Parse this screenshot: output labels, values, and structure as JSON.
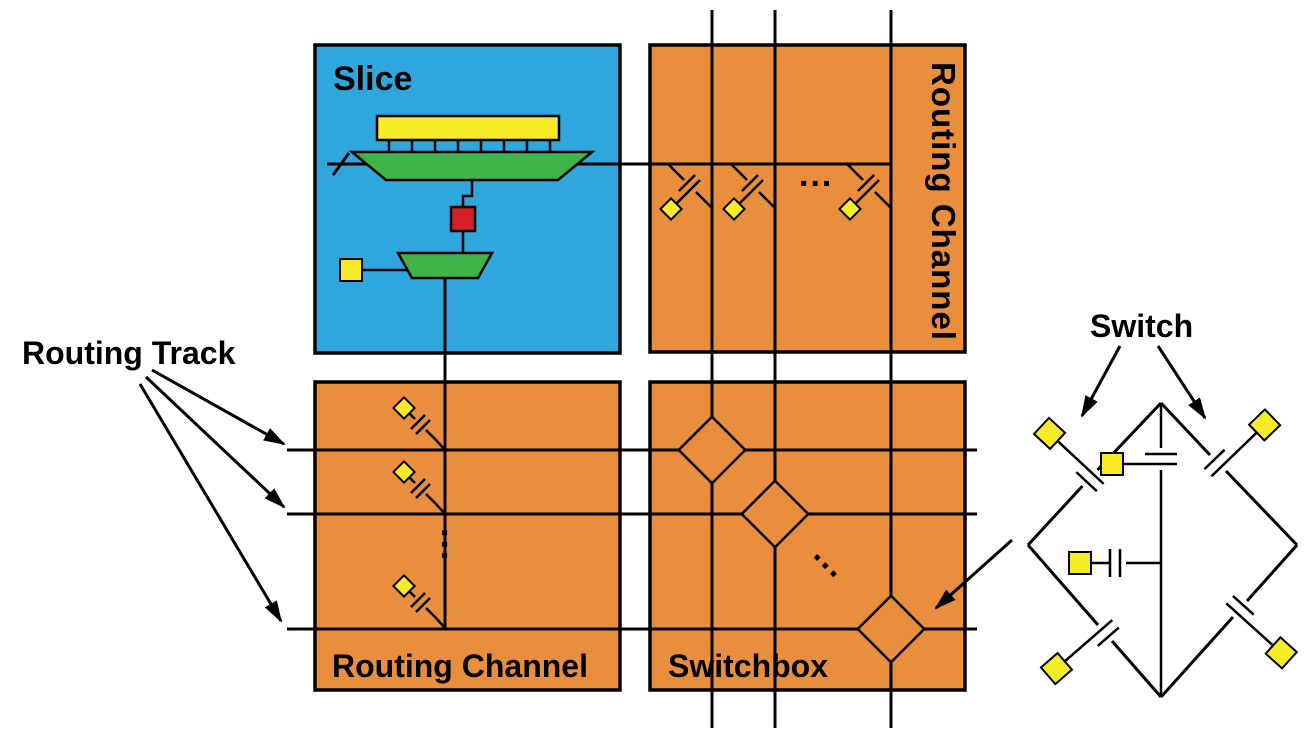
{
  "diagram": {
    "slice_label": "Slice",
    "v_channel_label": "Routing Channel",
    "h_channel_label": "Routing Channel",
    "switchbox_label": "Switchbox",
    "routing_track_label": "Routing Track",
    "switch_label": "Switch",
    "ellipsis": "..."
  },
  "colors": {
    "orange": "#E88E3C",
    "blue": "#2FA7DC",
    "yellow": "#F5EB27",
    "green": "#3FB549",
    "red": "#D42127",
    "line": "#000000",
    "background": "#FFFFFF"
  }
}
